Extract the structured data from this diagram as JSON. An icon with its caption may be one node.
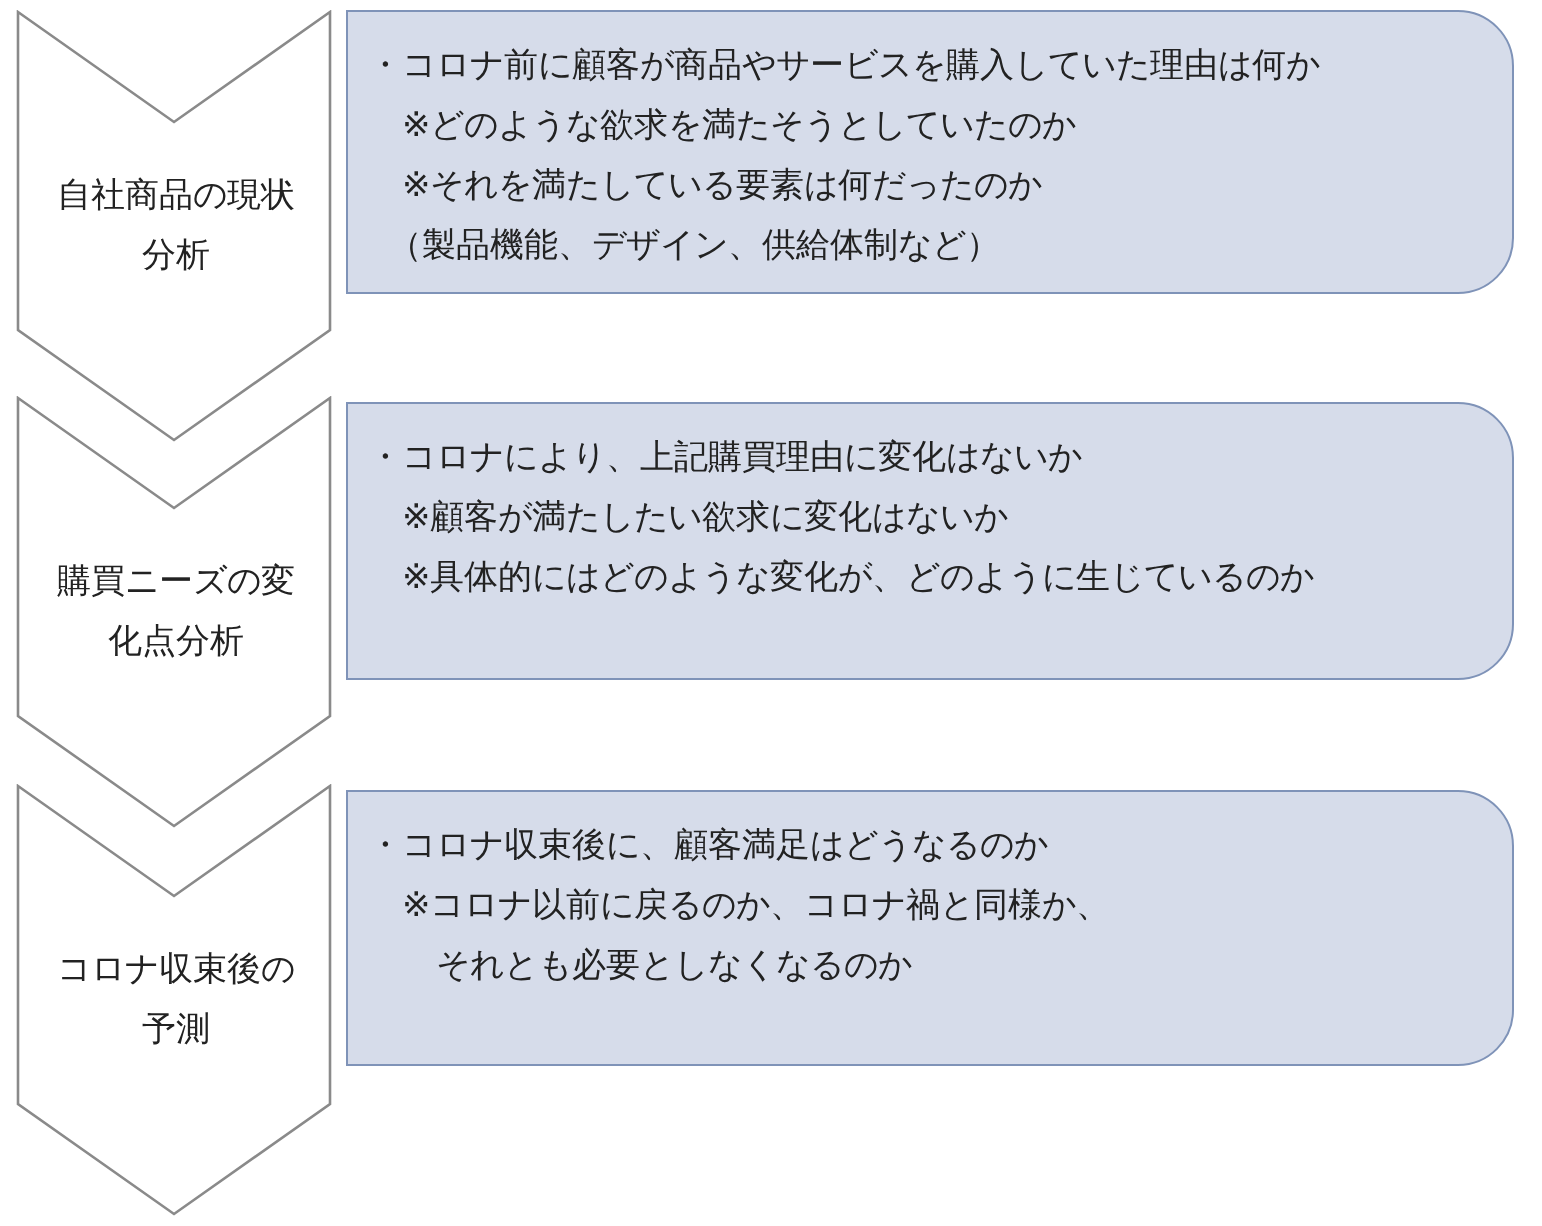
{
  "diagram": {
    "nodes": [
      {
        "text": [
          "自社商品の現状分析"
        ]
      },
      {
        "text": [
          "・コロナ前に顧客が商品やサービスを購入していた理由は何か",
          "※どのような欲求を満たそうとしていたのか",
          "※それを満たしている要素は何だったのか",
          "（製品機能、デザイン、供給体制など）"
        ]
      },
      {
        "text": [
          "購買ニーズの変化点分析"
        ]
      },
      {
        "text": [
          "・コロナにより、上記購買理由に変化はないか",
          "※顧客が満たしたい欲求に変化はないか",
          "※具体的にはどのような変化が、どのように生じているのか"
        ]
      },
      {
        "text": [
          "コロナ収束後の予測"
        ]
      },
      {
        "text": [
          "・コロナ収束後に、顧客満足はどうなるのか",
          "※コロナ以前に戻るのか、コロナ禍と同様か、それとも必要としなくなるのか"
        ]
      }
    ]
  }
}
